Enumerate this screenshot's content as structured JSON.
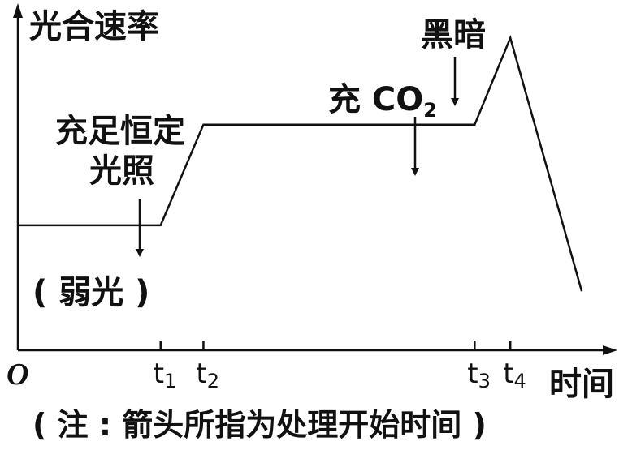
{
  "chart_data": {
    "type": "line",
    "ylabel": "光合速率",
    "xlabel": "时间",
    "origin_label": "O",
    "x_ticks": [
      {
        "id": "t1",
        "base": "t",
        "sub": "1",
        "x": 1
      },
      {
        "id": "t2",
        "base": "t",
        "sub": "2",
        "x": 1.3
      },
      {
        "id": "t3",
        "base": "t",
        "sub": "3",
        "x": 3.2
      },
      {
        "id": "t4",
        "base": "t",
        "sub": "4",
        "x": 3.45
      }
    ],
    "xlim": [
      0,
      4.2
    ],
    "ylim": [
      0,
      10
    ],
    "series": [
      {
        "points": [
          {
            "x": 0,
            "y": 3.6
          },
          {
            "x": 1,
            "y": 3.6
          },
          {
            "x": 1.3,
            "y": 6.5
          },
          {
            "x": 3.2,
            "y": 6.5
          },
          {
            "x": 3.45,
            "y": 9.0
          },
          {
            "x": 3.95,
            "y": 1.7
          }
        ]
      }
    ],
    "annotations": {
      "weak_light": "( 弱光 )",
      "light_line1": "充足恒定",
      "light_line2": "光照",
      "co2_prefix": "充 CO",
      "co2_sub": "2",
      "dark": "黑暗"
    },
    "note": "( 注 : 箭头所指为处理开始时间 )"
  }
}
